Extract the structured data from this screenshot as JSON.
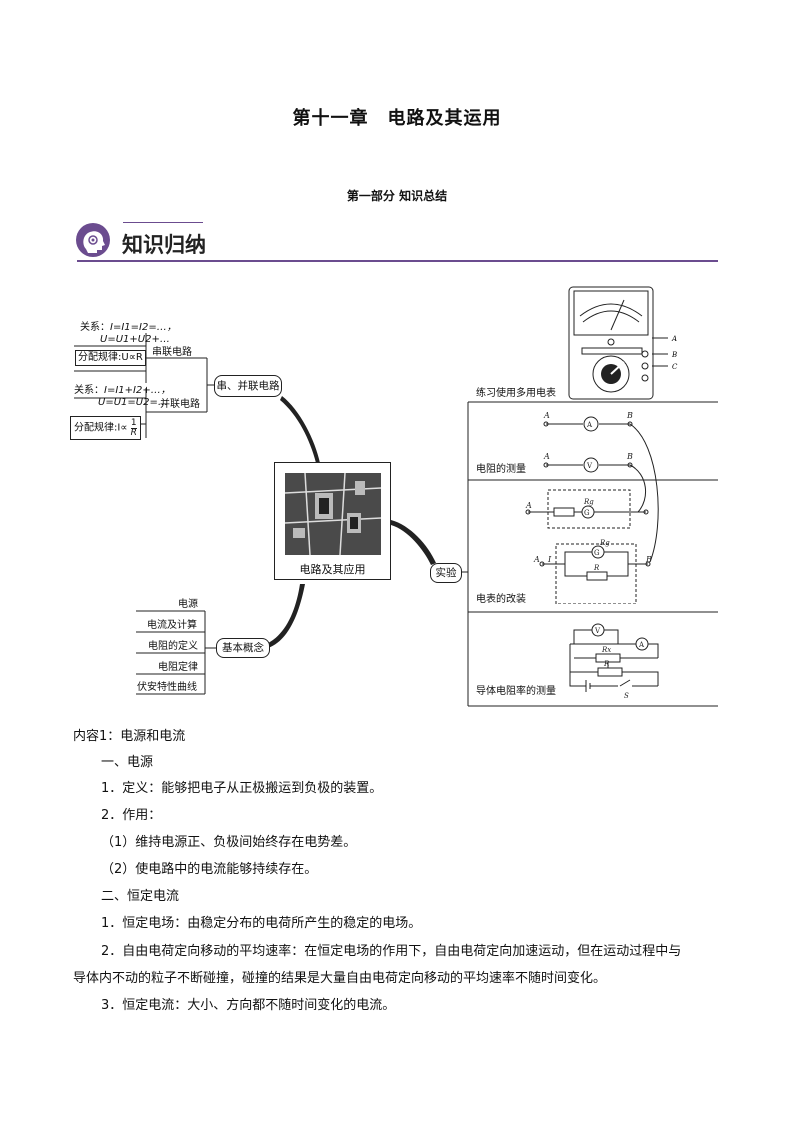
{
  "header": {
    "title": "第十一章　电路及其运用",
    "subtitle": "第一部分 知识总结",
    "banner": "知识归纳"
  },
  "mindmap": {
    "center": "电路及其应用",
    "left_top": {
      "label": "串、并联电路",
      "series": {
        "label": "串联电路",
        "relation_prefix": "关系：",
        "relation_line1": "I=I1=I2=…，",
        "relation_line2": "U=U1+U2+…",
        "distribution": "分配规律:U∝R"
      },
      "parallel": {
        "label": "并联电路",
        "relation_prefix": "关系：",
        "relation_line1": "I=I1+I2+…，",
        "relation_line2": "U=U1=U2=…",
        "distribution_prefix": "分配规律:I∝",
        "distribution_num": "1",
        "distribution_den": "R"
      }
    },
    "left_bottom": {
      "label": "基本概念",
      "items": [
        "电源",
        "电流及计算",
        "电阻的定义",
        "电阻定律",
        "伏安特性曲线"
      ]
    },
    "right": {
      "label": "实验",
      "multimeter": "练习使用多用电表",
      "resistance": "电阻的测量",
      "meter_mod": "电表的改装",
      "resistivity": "导体电阻率的测量",
      "labels": {
        "A": "A",
        "B": "B",
        "C": "C",
        "ammeter": "A",
        "voltmeter": "V",
        "galvo": "G",
        "Rg": "Rg",
        "R": "R",
        "Rx": "Rx",
        "S": "S",
        "I": "I"
      }
    }
  },
  "content": {
    "heading": "内容1：电源和电流",
    "s1": "一、电源",
    "p1": "1．定义：能够把电子从正极搬运到负极的装置。",
    "p2": "2．作用：",
    "p3": "（1）维持电源正、负极间始终存在电势差。",
    "p4": "（2）使电路中的电流能够持续存在。",
    "s2": "二、恒定电流",
    "p5": "1．恒定电场：由稳定分布的电荷所产生的稳定的电场。",
    "p6a": "2．自由电荷定向移动的平均速率：在恒定电场的作用下，自由电荷定向加速运动，但在运动过程中与",
    "p6b": "导体内不动的粒子不断碰撞，碰撞的结果是大量自由电荷定向移动的平均速率不随时间变化。",
    "p7": "3．恒定电流：大小、方向都不随时间变化的电流。"
  },
  "colors": {
    "banner": "#6b4c8f",
    "line": "#222222"
  }
}
